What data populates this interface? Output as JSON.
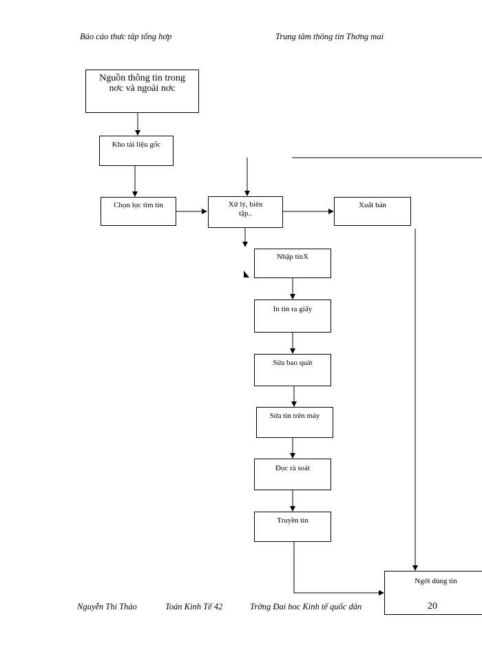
{
  "header": {
    "left": "Báo cáo thưc tâp tổng hơp",
    "right": "Trung tâm thông tin Thơng   mai"
  },
  "boxes": {
    "source_line1": "Nguồn thông tin trong",
    "source_line2": "nơc    và ngoài nơc",
    "archive": "Kho tài liệu gốc",
    "select": "Chọn lọc tìm tin",
    "process_line1": "Xử lý, biên",
    "process_line2": "tập..",
    "publish": "Xuất bản",
    "input": "Nhập tinX",
    "print": "In tin ra giấy",
    "edit_general": "Sửa bao quát",
    "edit_machine": "Sửa tin trên máy",
    "proofread": "Đọc rà soát",
    "transmit": "Truyền tin",
    "user": "Ngời   dùng tin"
  },
  "footer": {
    "author": "Nguyễn Thi Thảo",
    "class": "Toán Kinh Tế 42",
    "school": "Trờng   Đai hoc Kinh tế quốc dân",
    "page": "20"
  }
}
